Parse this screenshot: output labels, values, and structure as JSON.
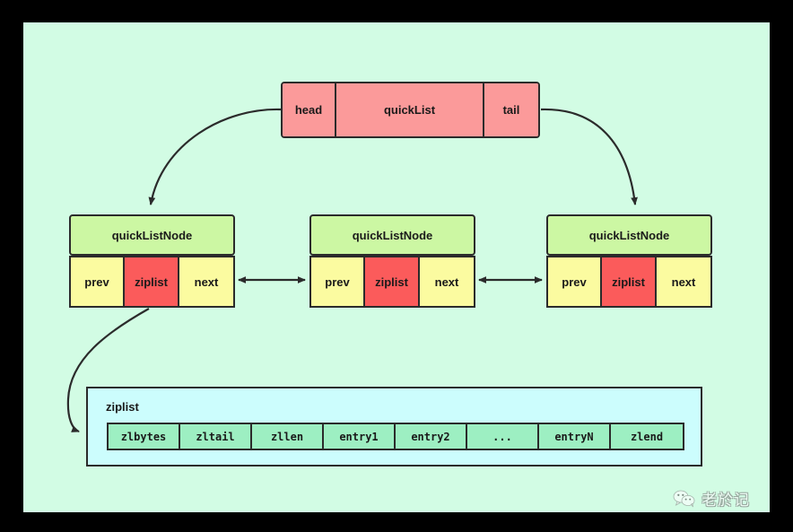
{
  "canvas": {
    "background_color": "#d2fce4",
    "outer_background_color": "#000000"
  },
  "quicklist": {
    "head_label": "head",
    "name_label": "quickList",
    "tail_label": "tail",
    "fill_color": "#fb9a9a"
  },
  "nodes": [
    {
      "title": "quickListNode",
      "prev": "prev",
      "ziplist": "ziplist",
      "next": "next"
    },
    {
      "title": "quickListNode",
      "prev": "prev",
      "ziplist": "ziplist",
      "next": "next"
    },
    {
      "title": "quickListNode",
      "prev": "prev",
      "ziplist": "ziplist",
      "next": "next"
    }
  ],
  "node_colors": {
    "title_fill": "#ccf7a3",
    "pointer_fill": "#fbfba0",
    "ziplist_fill": "#fb5b5b",
    "stroke": "#2b2b2b"
  },
  "ziplist_detail": {
    "label": "ziplist",
    "container_fill": "#ccfdfd",
    "cell_fill": "#9defc2",
    "cells": [
      "zlbytes",
      "zltail",
      "zllen",
      "entry1",
      "entry2",
      "...",
      "entryN",
      "zlend"
    ]
  },
  "connectors": {
    "head_to_node1": "curved-arrow",
    "tail_to_node3": "curved-arrow",
    "node1_node2": "double-arrow",
    "node2_node3": "double-arrow",
    "node1_ziplist": "curved-arrow"
  },
  "watermark": {
    "icon": "wechat-icon",
    "text": "老於记"
  }
}
